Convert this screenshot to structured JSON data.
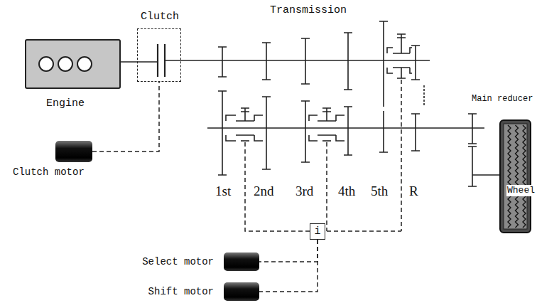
{
  "diagram": {
    "nodes": [
      {
        "text": [
          "Engine"
        ]
      },
      {
        "text": [
          "Clutch"
        ]
      },
      {
        "text": [
          "Clutch motor"
        ]
      },
      {
        "text": [
          "i"
        ]
      },
      {
        "text": [
          "Wheel"
        ]
      },
      {
        "text": [
          "Select motor"
        ]
      },
      {
        "text": [
          "Shift motor"
        ]
      }
    ],
    "edges": [
      {
        "from": 2,
        "to": 1,
        "arrow": "none"
      },
      {
        "from": 3,
        "to": 5,
        "arrow": "none"
      },
      {
        "from": 3,
        "to": 6,
        "arrow": "none"
      }
    ],
    "labels": [
      "Transmission",
      "1st",
      "2nd",
      "3rd",
      "4th",
      "5th",
      "R",
      "Main reducer"
    ]
  }
}
